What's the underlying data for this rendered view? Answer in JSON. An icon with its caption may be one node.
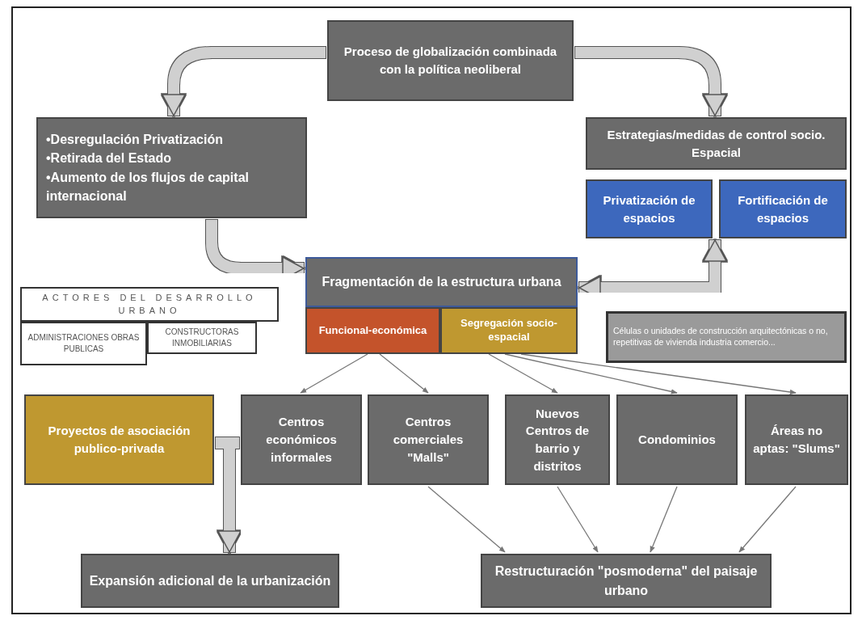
{
  "diagram": {
    "nodes": [
      {
        "text": [
          "Proceso de globalización combinada con la política neoliberal"
        ]
      },
      {
        "text": [
          "•Desregulación Privatización",
          "•Retirada del Estado",
          "•Aumento de los flujos de capital internacional"
        ]
      },
      {
        "text": [
          "Estrategias/medidas de control socio. Espacial"
        ]
      },
      {
        "text": [
          "Privatización de espacios"
        ]
      },
      {
        "text": [
          "Fortificación de espacios"
        ]
      },
      {
        "text": [
          "Fragmentación de la estructura urbana"
        ]
      },
      {
        "text": [
          "Funcional-económica"
        ]
      },
      {
        "text": [
          "Segregación socio-espacial"
        ]
      },
      {
        "text": [
          "Células o unidades de construcción arquitectónicas o no, repetitivas de vivienda industria comercio..."
        ]
      },
      {
        "text": [
          "ACTORES DEL DESARROLLO URBANO"
        ]
      },
      {
        "text": [
          "ADMINISTRACIONES OBRAS PUBLICAS"
        ]
      },
      {
        "text": [
          "CONSTRUCTORAS INMOBILIARIAS"
        ]
      },
      {
        "text": [
          "Proyectos de asociación publico-privada"
        ]
      },
      {
        "text": [
          "Centros económicos informales"
        ]
      },
      {
        "text": [
          "Centros comerciales \"Malls\""
        ]
      },
      {
        "text": [
          "Nuevos Centros de barrio y distritos"
        ]
      },
      {
        "text": [
          "Condominios"
        ]
      },
      {
        "text": [
          "Áreas no aptas: \"Slums\""
        ]
      },
      {
        "text": [
          "Expansión adicional de la urbanización"
        ]
      },
      {
        "text": [
          "Restructuración \"posmoderna\" del paisaje urbano"
        ]
      }
    ],
    "edges": [
      {
        "from": 0,
        "to": 1,
        "arrow": "to",
        "style": "thick"
      },
      {
        "from": 0,
        "to": 2,
        "arrow": "to",
        "style": "thick"
      },
      {
        "from": 1,
        "to": 9,
        "arrow": "to",
        "style": "thick"
      },
      {
        "from": 1,
        "to": 5,
        "arrow": "to",
        "style": "thick"
      },
      {
        "from": 5,
        "to": 4,
        "arrow": "both",
        "style": "thick"
      },
      {
        "from": 10,
        "to": 12,
        "arrow": "to",
        "style": "thick"
      },
      {
        "from": 11,
        "to": 12,
        "arrow": "to",
        "style": "thick"
      },
      {
        "from": 12,
        "to": 18,
        "arrow": "to",
        "style": "thick"
      },
      {
        "from": 13,
        "to": 18,
        "arrow": "to",
        "style": "thick"
      },
      {
        "from": 6,
        "to": 13,
        "arrow": "to"
      },
      {
        "from": 6,
        "to": 14,
        "arrow": "to"
      },
      {
        "from": 7,
        "to": 15,
        "arrow": "to"
      },
      {
        "from": 7,
        "to": 16,
        "arrow": "to"
      },
      {
        "from": 7,
        "to": 17,
        "arrow": "to"
      },
      {
        "from": 14,
        "to": 19,
        "arrow": "to"
      },
      {
        "from": 15,
        "to": 19,
        "arrow": "to"
      },
      {
        "from": 16,
        "to": 19,
        "arrow": "to"
      },
      {
        "from": 17,
        "to": 19,
        "arrow": "to"
      }
    ]
  }
}
